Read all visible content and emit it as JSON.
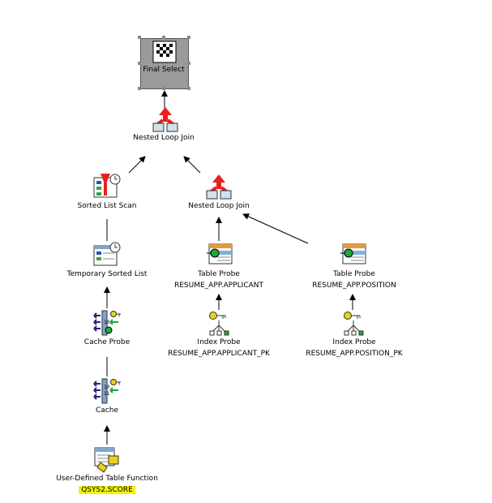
{
  "nodes": {
    "final_select": {
      "label": "Final Select"
    },
    "nlj_top": {
      "label": "Nested Loop Join"
    },
    "sorted_list_scan": {
      "label": "Sorted List Scan"
    },
    "nlj_right": {
      "label": "Nested Loop Join"
    },
    "temp_sorted_list": {
      "label": "Temporary Sorted List"
    },
    "table_probe_applicant": {
      "label": "Table Probe",
      "object": "RESUME_APP.APPLICANT"
    },
    "table_probe_position": {
      "label": "Table Probe",
      "object": "RESUME_APP.POSITION"
    },
    "cache_probe": {
      "label": "Cache Probe"
    },
    "index_probe_applicant": {
      "label": "Index Probe",
      "object": "RESUME_APP.APPLICANT_PK"
    },
    "index_probe_position": {
      "label": "Index Probe",
      "object": "RESUME_APP.POSITION_PK"
    },
    "cache": {
      "label": "Cache"
    },
    "udtf": {
      "label": "User-Defined Table Function",
      "object": "QSYS2.SCORE"
    }
  },
  "colors": {
    "highlight": "#f2f20e",
    "selection": "#9a9a9a",
    "join_arrow": "#e8201e",
    "key": "#e8d21a"
  }
}
